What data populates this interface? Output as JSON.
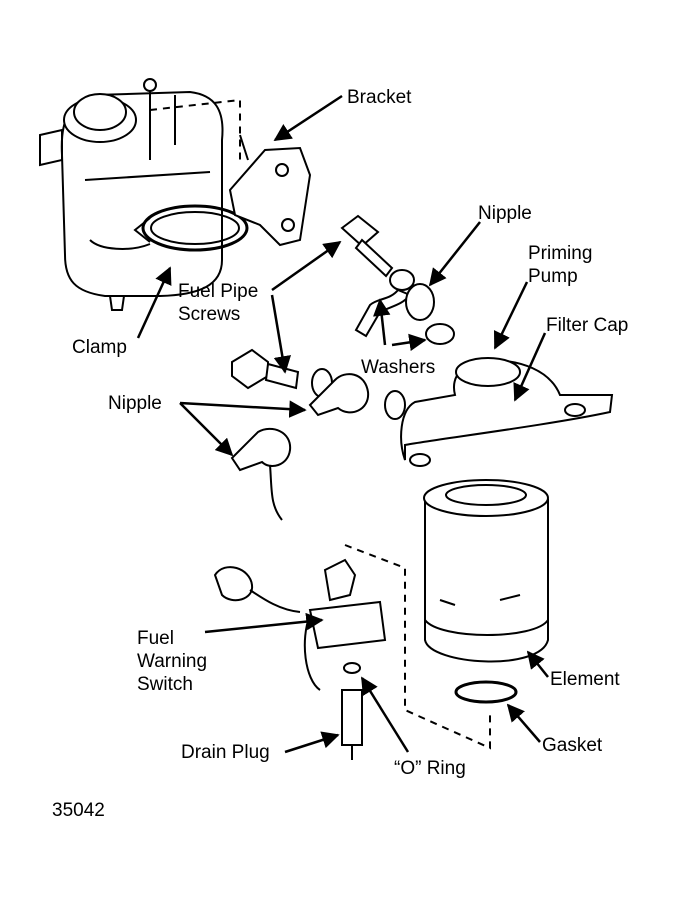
{
  "labels": {
    "bracket": "Bracket",
    "nipple_top": "Nipple",
    "priming_pump_1": "Priming",
    "priming_pump_2": "Pump",
    "filter_cap": "Filter Cap",
    "fuel_pipe_screws_1": "Fuel Pipe",
    "fuel_pipe_screws_2": "Screws",
    "clamp": "Clamp",
    "washers": "Washers",
    "nipple_left": "Nipple",
    "fuel_warning_switch_1": "Fuel",
    "fuel_warning_switch_2": "Warning",
    "fuel_warning_switch_3": "Switch",
    "element": "Element",
    "gasket": "Gasket",
    "drain_plug": "Drain Plug",
    "o_ring": "“O” Ring",
    "figure_number": "35042"
  }
}
